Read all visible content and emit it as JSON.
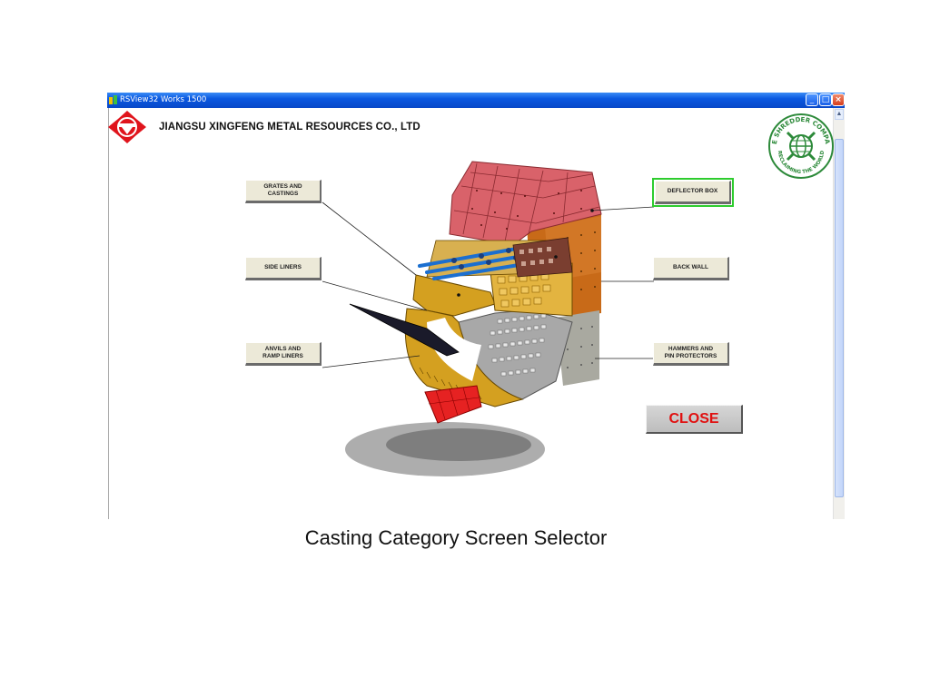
{
  "window": {
    "title": "RSView32 Works 1500",
    "controls": {
      "minimize": "_",
      "maximize": "□",
      "close": "×"
    }
  },
  "header": {
    "company_name": "JIANGSU XINGFENG METAL RESOURCES CO., LTD",
    "right_logo_text_top": "THE SHREDDER COMPANY",
    "right_logo_text_bottom": "RECLAIMING THE WORLD"
  },
  "categories": {
    "grates": "GRATES AND\nCASTINGS",
    "side_liners": "SIDE LINERS",
    "anvils": "ANVILS AND\nRAMP LINERS",
    "deflector": "DEFLECTOR BOX",
    "back_wall": "BACK WALL",
    "hammers": "HAMMERS AND\nPIN PROTECTORS"
  },
  "close_label": "CLOSE",
  "caption": "Casting Category Screen Selector",
  "colors": {
    "titlebar": "#0a58e0",
    "selected_outline": "#2ecc2e",
    "close_text": "#e01010",
    "deflector_red": "#d9626a",
    "back_wall_orange": "#c86a18",
    "grate_gray": "#a8a8a8",
    "frame_gold": "#d4a020",
    "anvil_red": "#e62222"
  }
}
